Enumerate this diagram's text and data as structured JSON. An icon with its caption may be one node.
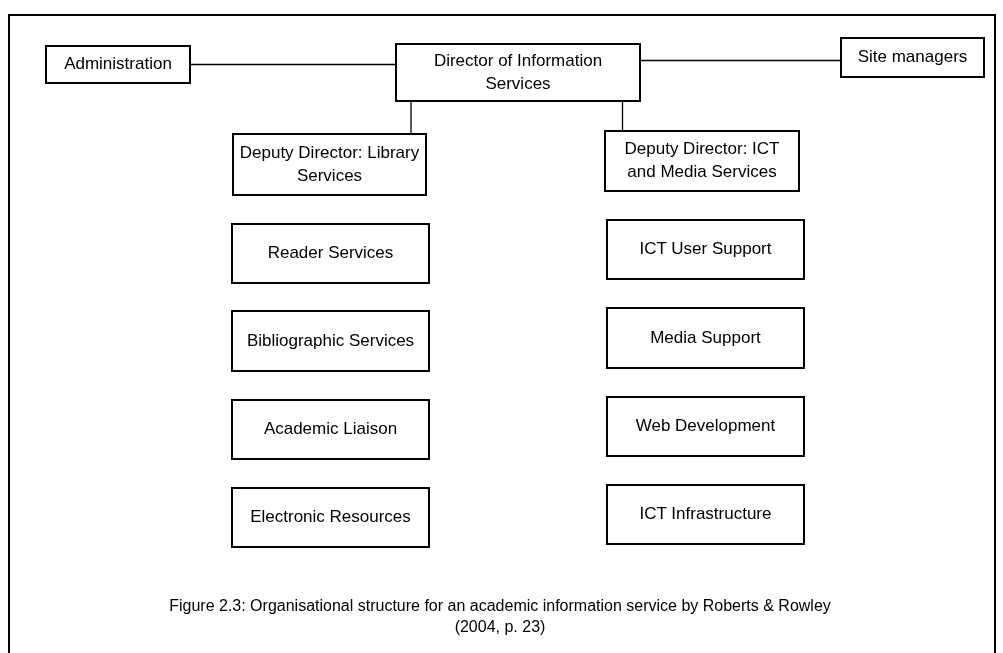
{
  "diagram": {
    "caption": "Figure 2.3: Organisational structure for an academic information service by Roberts & Rowley (2004, p. 23)",
    "nodes": [
      {
        "text": [
          "Administration"
        ]
      },
      {
        "text": [
          "Director of Information Services"
        ]
      },
      {
        "text": [
          "Site managers"
        ]
      },
      {
        "text": [
          "Deputy Director: Library Services"
        ]
      },
      {
        "text": [
          "Deputy Director: ICT and Media Services"
        ]
      },
      {
        "text": [
          "Reader Services"
        ]
      },
      {
        "text": [
          "ICT User Support"
        ]
      },
      {
        "text": [
          "Bibliographic Services"
        ]
      },
      {
        "text": [
          "Media Support"
        ]
      },
      {
        "text": [
          "Academic Liaison"
        ]
      },
      {
        "text": [
          "Web Development"
        ]
      },
      {
        "text": [
          "Electronic Resources"
        ]
      },
      {
        "text": [
          "ICT Infrastructure"
        ]
      }
    ],
    "edges": [
      {
        "from": 0,
        "to": 1,
        "arrow": "none"
      },
      {
        "from": 1,
        "to": 2,
        "arrow": "none"
      },
      {
        "from": 1,
        "to": 3,
        "arrow": "none"
      },
      {
        "from": 1,
        "to": 4,
        "arrow": "none"
      }
    ]
  }
}
